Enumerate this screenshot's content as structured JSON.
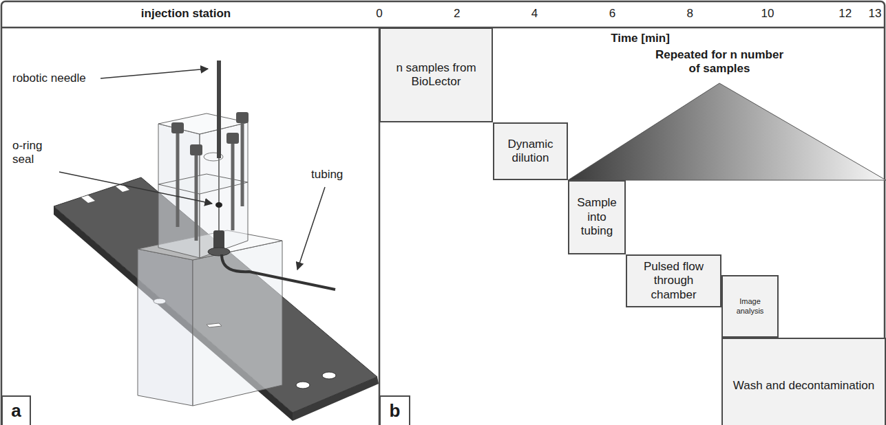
{
  "diagram": {
    "nodes": [
      {
        "text": [
          "n samples from BioLector"
        ]
      },
      {
        "text": [
          "Dynamic dilution"
        ]
      },
      {
        "text": [
          "Sample into tubing"
        ]
      },
      {
        "text": [
          "Pulsed flow through chamber"
        ]
      },
      {
        "text": [
          "Image analysis"
        ]
      },
      {
        "text": [
          "Wash and decontamination"
        ]
      },
      {
        "text": [
          "a"
        ]
      },
      {
        "text": [
          "b"
        ]
      }
    ],
    "labels": [
      "injection station",
      "0",
      "2",
      "4",
      "6",
      "8",
      "10",
      "12",
      "13",
      "Time [min]",
      "Repeated for n number of samples",
      "robotic needle",
      "o-ring seal",
      "tubing"
    ]
  }
}
